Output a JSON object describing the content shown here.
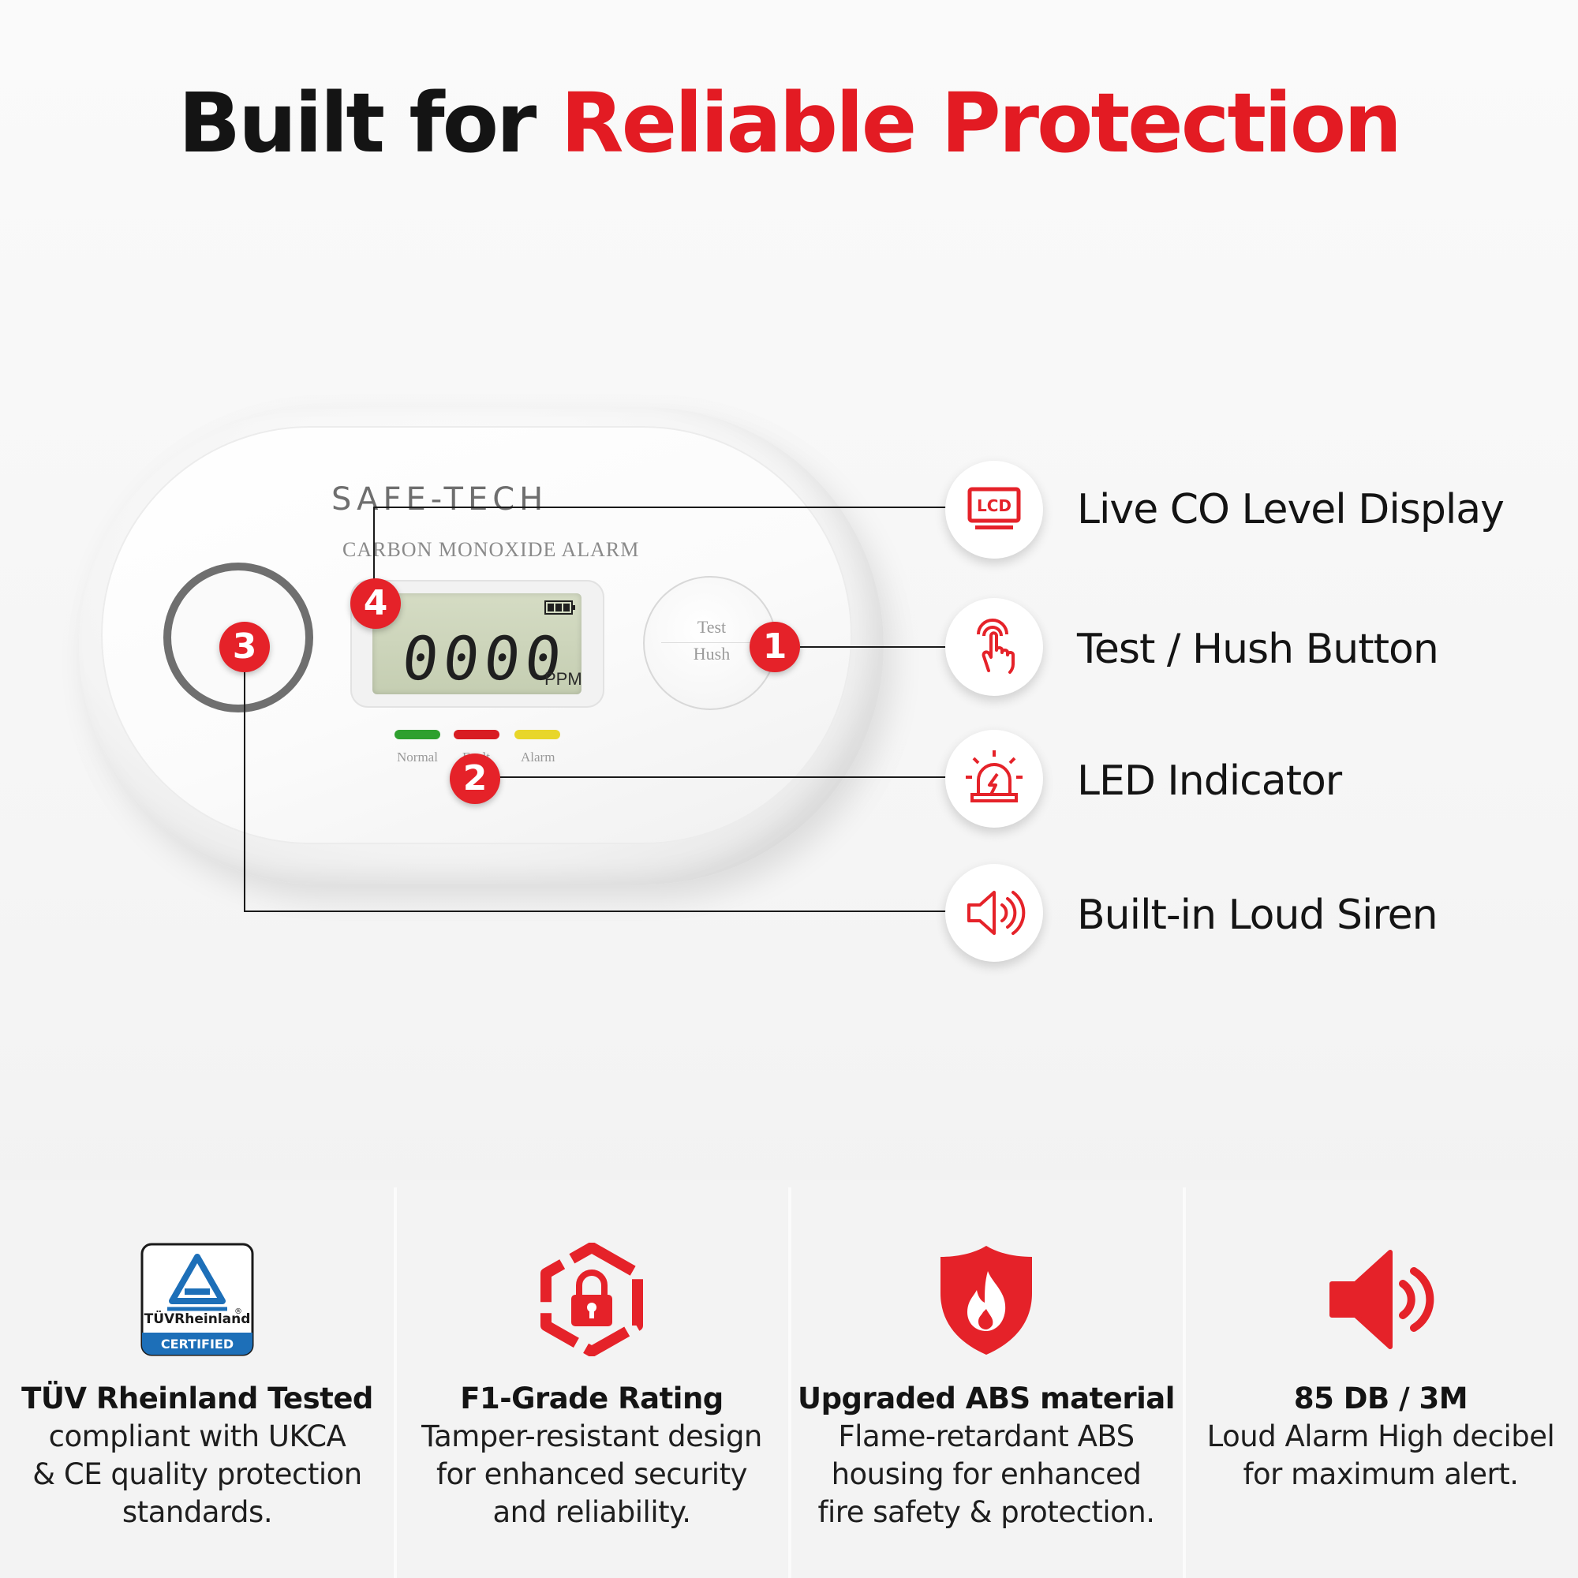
{
  "headline": {
    "prefix": "Built for",
    "accent": "Reliable Protection",
    "accent_color": "#e31b23"
  },
  "device": {
    "brand": "SAFE-TECH",
    "product_name": "CARBON MONOXIDE ALARM",
    "lcd_value": "0000",
    "lcd_unit": "PPM",
    "test_button": {
      "line1": "Test",
      "line2": "Hush"
    },
    "leds": [
      {
        "label": "Normal",
        "color": "#2fa02f"
      },
      {
        "label": "Fault",
        "color": "#d81c22"
      },
      {
        "label": "Alarm",
        "color": "#e8d62a"
      }
    ],
    "callouts": [
      "1",
      "2",
      "3",
      "4"
    ]
  },
  "features": [
    {
      "number": "4",
      "icon": "lcd-icon",
      "icon_text": "LCD",
      "label": "Live CO Level Display"
    },
    {
      "number": "1",
      "icon": "touch-hand-icon",
      "label": "Test / Hush Button"
    },
    {
      "number": "2",
      "icon": "alarm-light-icon",
      "label": "LED Indicator"
    },
    {
      "number": "3",
      "icon": "speaker-icon",
      "label": "Built-in Loud Siren"
    }
  ],
  "certifications": [
    {
      "icon": "tuv-rheinland-badge",
      "badge_text": {
        "brand": "TÜVRheinland",
        "registered": "®",
        "status": "CERTIFIED"
      },
      "title": "TÜV Rheinland Tested",
      "lines": [
        "compliant with UKCA",
        "& CE quality protection",
        "standards."
      ]
    },
    {
      "icon": "lock-hexagon-icon",
      "title": "F1-Grade Rating",
      "lines": [
        "Tamper-resistant design",
        "for enhanced security",
        "and reliability."
      ]
    },
    {
      "icon": "flame-shield-icon",
      "title": "Upgraded ABS material",
      "lines": [
        "Flame-retardant ABS",
        "housing  for enhanced",
        "fire safety & protection."
      ]
    },
    {
      "icon": "loud-speaker-icon",
      "title": "85 DB / 3M",
      "lines": [
        "Loud Alarm High decibel",
        "for maximum alert."
      ]
    }
  ],
  "colors": {
    "brand_red": "#e52229",
    "text_dark": "#141414"
  }
}
